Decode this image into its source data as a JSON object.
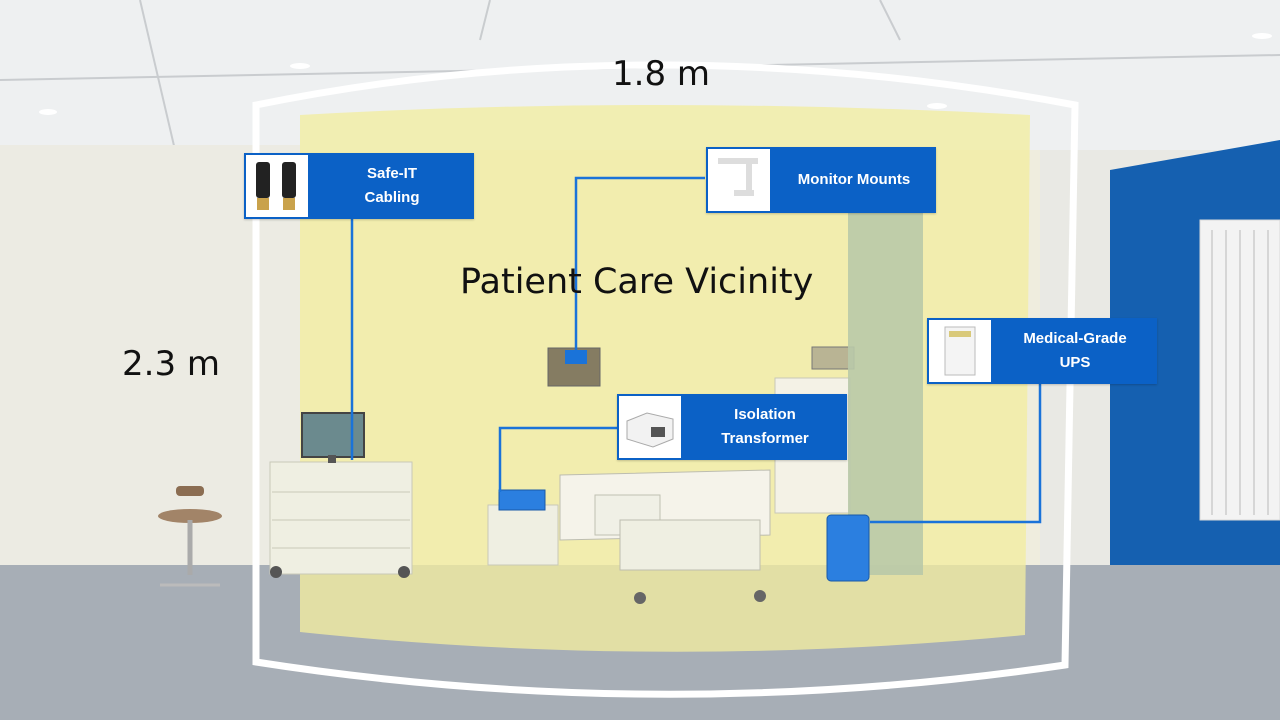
{
  "zone_title": "Patient Care Vicinity",
  "width_label": "1.8 m",
  "height_label": "2.3 m",
  "callouts": {
    "cabling": {
      "line1": "Safe-IT",
      "line2": "Cabling"
    },
    "monitor": {
      "line1": "Monitor Mounts"
    },
    "ups": {
      "line1": "Medical-Grade",
      "line2": "UPS"
    },
    "transformer": {
      "line1": "Isolation",
      "line2": "Transformer"
    }
  },
  "colors": {
    "callout_bg": "#0b61c6",
    "connector_line": "#1a73d9",
    "zone_fill": "#f2eda0",
    "accent_wall": "#1560b0"
  }
}
